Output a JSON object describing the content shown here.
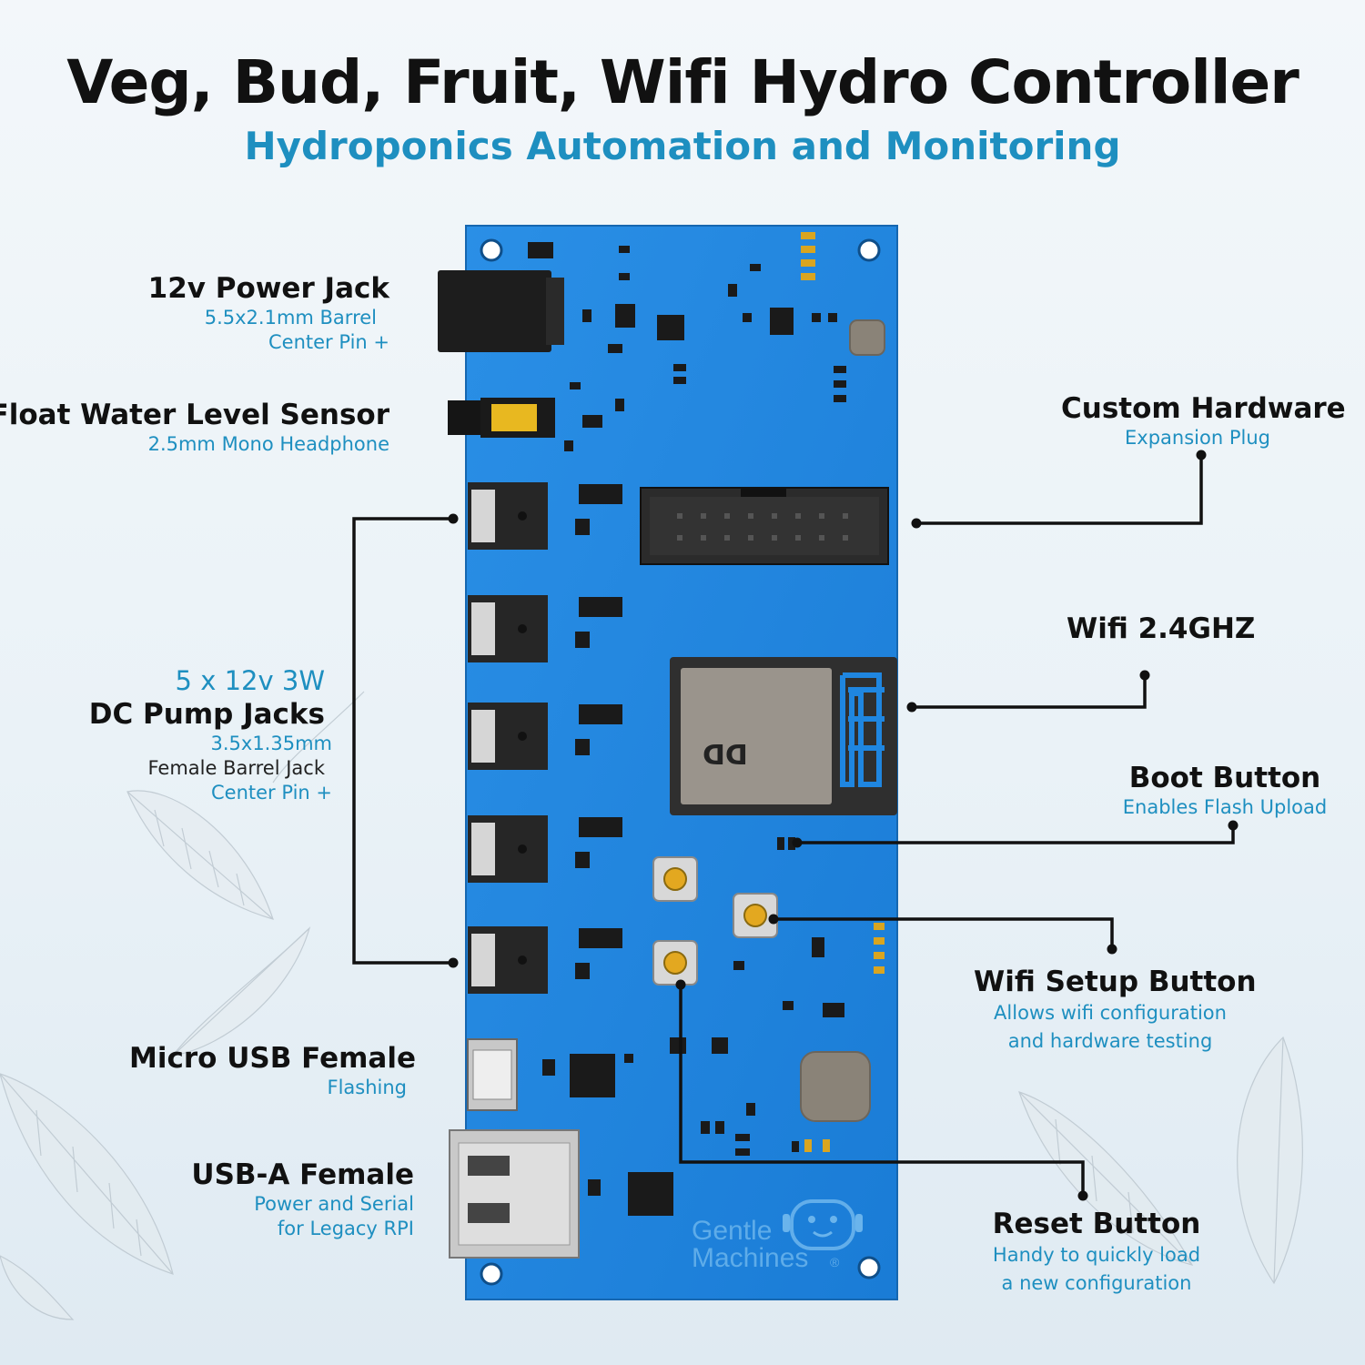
{
  "header": {
    "title": "Veg, Bud, Fruit, Wifi Hydro Controller",
    "subtitle": "Hydroponics Automation and Monitoring"
  },
  "labels": {
    "power_jack": {
      "title": "12v Power Jack",
      "line1": "5.5x2.1mm Barrel",
      "line2": "Center Pin +"
    },
    "float_sensor": {
      "title": "Float Water Level Sensor",
      "line1": "2.5mm Mono Headphone"
    },
    "pump_jacks": {
      "count_line": "5 x 12v 3W",
      "title": "DC Pump Jacks",
      "line1": "3.5x1.35mm",
      "line2": "Female Barrel Jack",
      "line3": "Center Pin +"
    },
    "micro_usb": {
      "title": "Micro USB Female",
      "line1": "Flashing"
    },
    "usb_a": {
      "title": "USB-A Female",
      "line1": "Power and Serial",
      "line2": "for Legacy RPI"
    },
    "custom_hw": {
      "title": "Custom Hardware",
      "line1": "Expansion Plug"
    },
    "wifi": {
      "title": "Wifi 2.4GHZ"
    },
    "boot_button": {
      "title": "Boot Button",
      "line1": "Enables Flash Upload"
    },
    "wifi_setup": {
      "title": "Wifi Setup Button",
      "line1": "Allows wifi configuration",
      "line2": "and hardware testing"
    },
    "reset_button": {
      "title": "Reset Button",
      "line1": "Handy to quickly load",
      "line2": "a new configuration"
    }
  },
  "board": {
    "brand_line1": "Gentle",
    "brand_line2": "Machines",
    "registered_mark": "®"
  },
  "colors": {
    "board_blue": "#1f86e0",
    "accent_text": "#1e8fc0",
    "leader_line": "#111111"
  }
}
